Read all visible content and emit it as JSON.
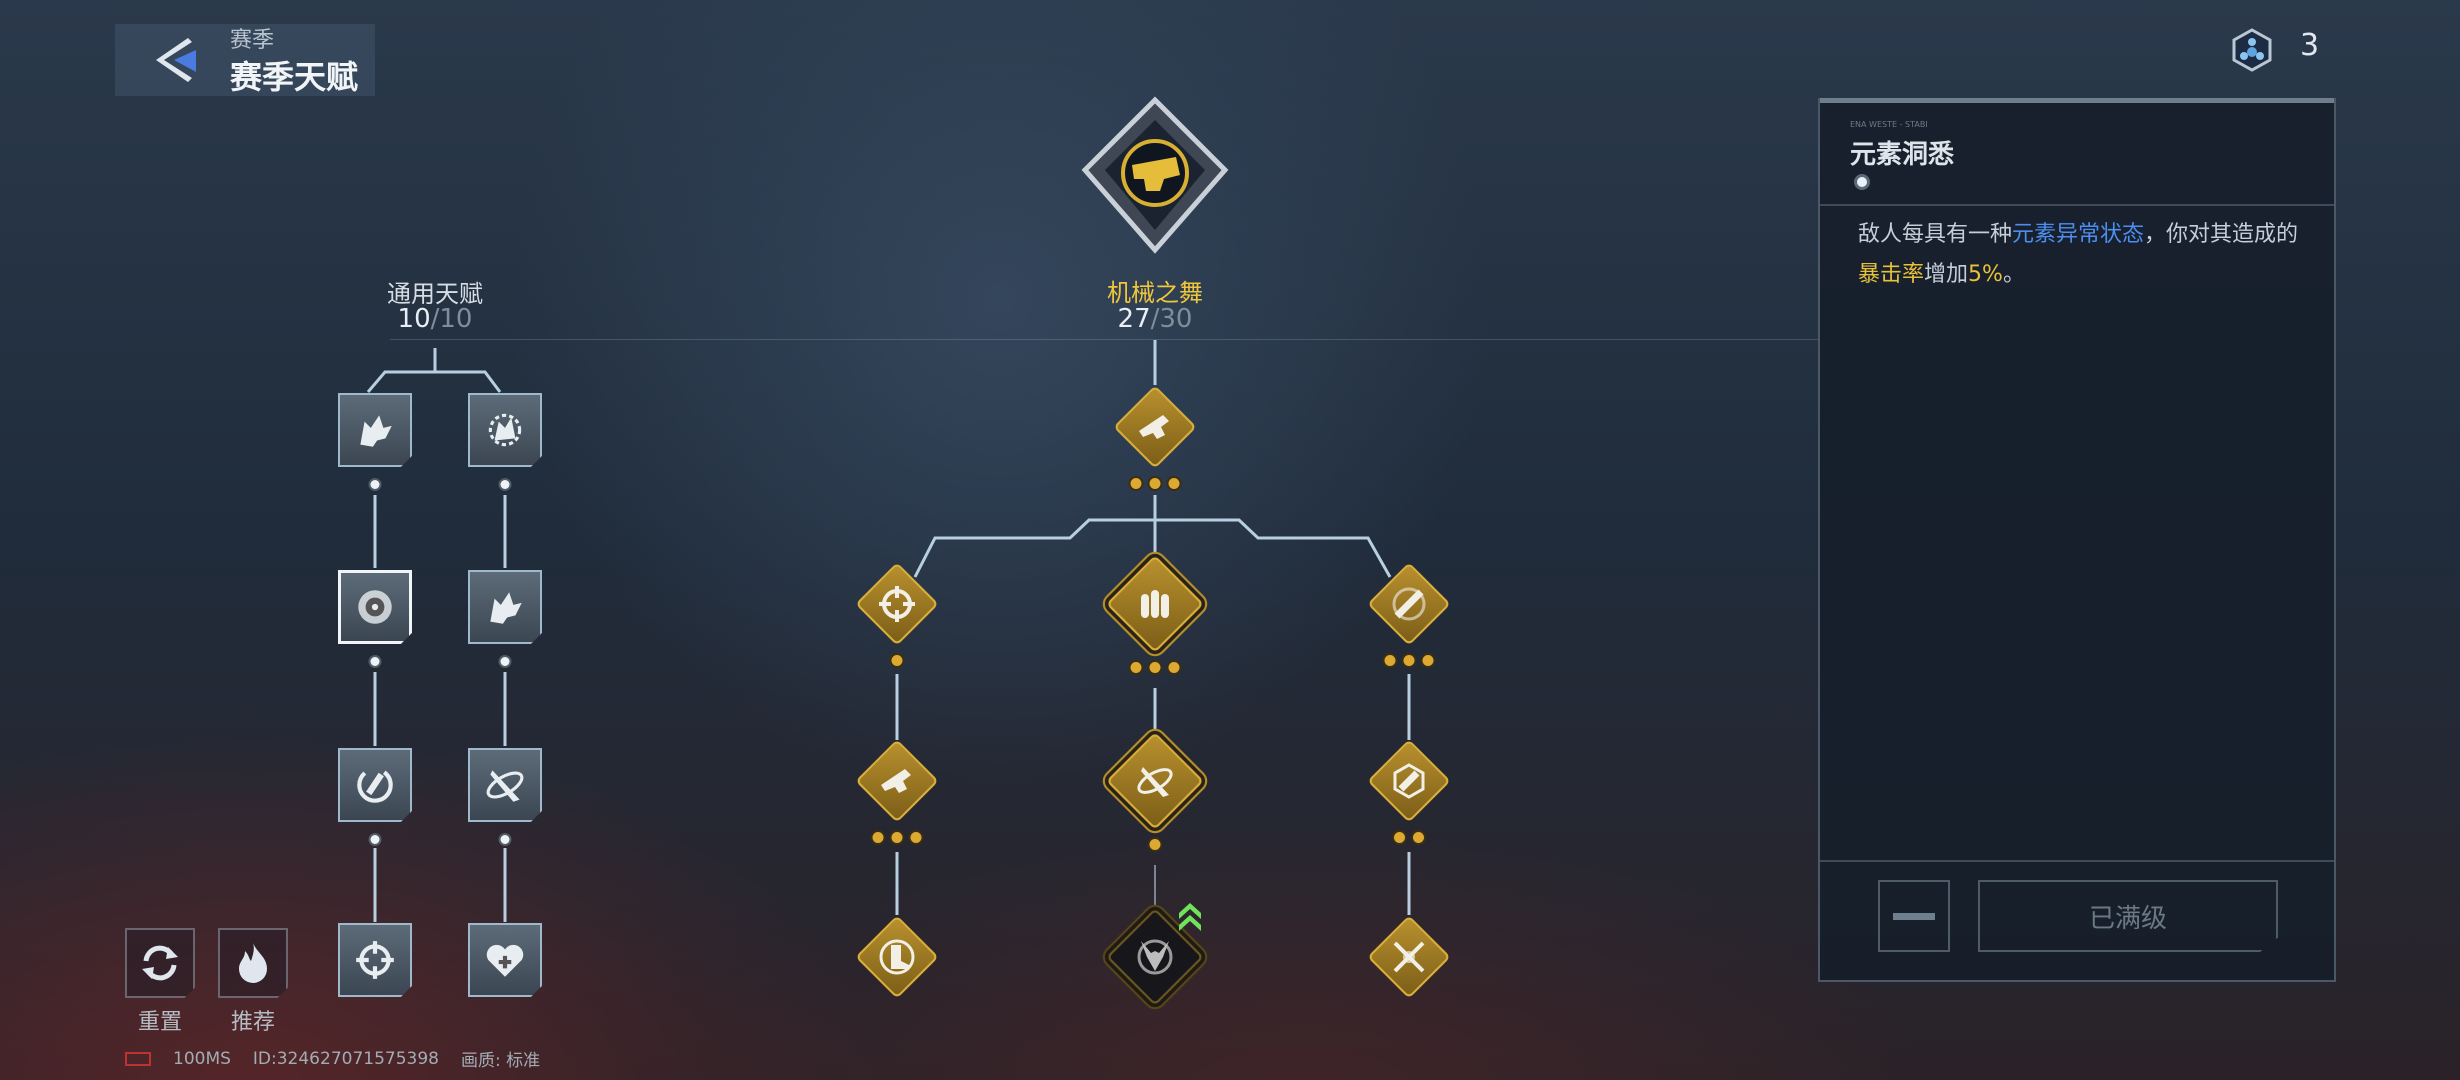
{
  "header": {
    "subtitle": "赛季",
    "title": "赛季天赋"
  },
  "currency": {
    "icon": "talent-point-icon",
    "value": "3"
  },
  "general_tree": {
    "title": "通用天赋",
    "current": "10",
    "max": "/10",
    "nodes": [
      {
        "id": "g1",
        "icon": "wolf",
        "selected": false
      },
      {
        "id": "g2",
        "icon": "spiked-wolf",
        "selected": false
      },
      {
        "id": "g3",
        "icon": "target-gear",
        "selected": true
      },
      {
        "id": "g4",
        "icon": "wolf",
        "selected": false
      },
      {
        "id": "g5",
        "icon": "reload",
        "selected": false
      },
      {
        "id": "g6",
        "icon": "bullet-orbit",
        "selected": false
      },
      {
        "id": "g7",
        "icon": "crosshair",
        "selected": false
      },
      {
        "id": "g8",
        "icon": "heart-plus",
        "selected": false
      }
    ]
  },
  "class_tree": {
    "name": "机械之舞",
    "current": "27",
    "max": "/30",
    "nodes": [
      {
        "id": "c0",
        "icon": "gun",
        "levels": 3,
        "type": "normal"
      },
      {
        "id": "c1",
        "icon": "crosshair",
        "levels": 1,
        "type": "normal"
      },
      {
        "id": "c2",
        "icon": "bullets",
        "levels": 3,
        "type": "big"
      },
      {
        "id": "c3",
        "icon": "gun-slash",
        "levels": 3,
        "type": "normal"
      },
      {
        "id": "c4",
        "icon": "gun",
        "levels": 3,
        "type": "normal"
      },
      {
        "id": "c5",
        "icon": "bullet-orbit",
        "levels": 1,
        "type": "big"
      },
      {
        "id": "c6",
        "icon": "bullet-ring",
        "levels": 2,
        "type": "normal"
      },
      {
        "id": "c7",
        "icon": "boot",
        "levels": 0,
        "type": "normal"
      },
      {
        "id": "c8",
        "icon": "beast",
        "levels": 0,
        "type": "dark",
        "upgrade": true
      },
      {
        "id": "c9",
        "icon": "cross-blades",
        "levels": 0,
        "type": "normal"
      }
    ]
  },
  "detail": {
    "tiny": "ENA WESTE - STABI",
    "title": "元素洞悉",
    "desc": [
      {
        "t": "敌人每具有一种",
        "c": ""
      },
      {
        "t": "元素异常状态",
        "c": "blue"
      },
      {
        "t": "，你对其造成的",
        "c": ""
      },
      {
        "t": "暴击率",
        "c": "gold"
      },
      {
        "t": "增加",
        "c": ""
      },
      {
        "t": "5%",
        "c": "gold"
      },
      {
        "t": "。",
        "c": ""
      }
    ],
    "max_label": "已满级"
  },
  "actions": {
    "reset": "重置",
    "recommend": "推荐"
  },
  "status": {
    "ping": "100MS",
    "id": "ID:324627071575398",
    "quality_label": "画质:",
    "quality": "标准"
  },
  "colors": {
    "gold": "#dca932",
    "blue": "#4d8ef0",
    "upgrade": "#6fe35a"
  }
}
